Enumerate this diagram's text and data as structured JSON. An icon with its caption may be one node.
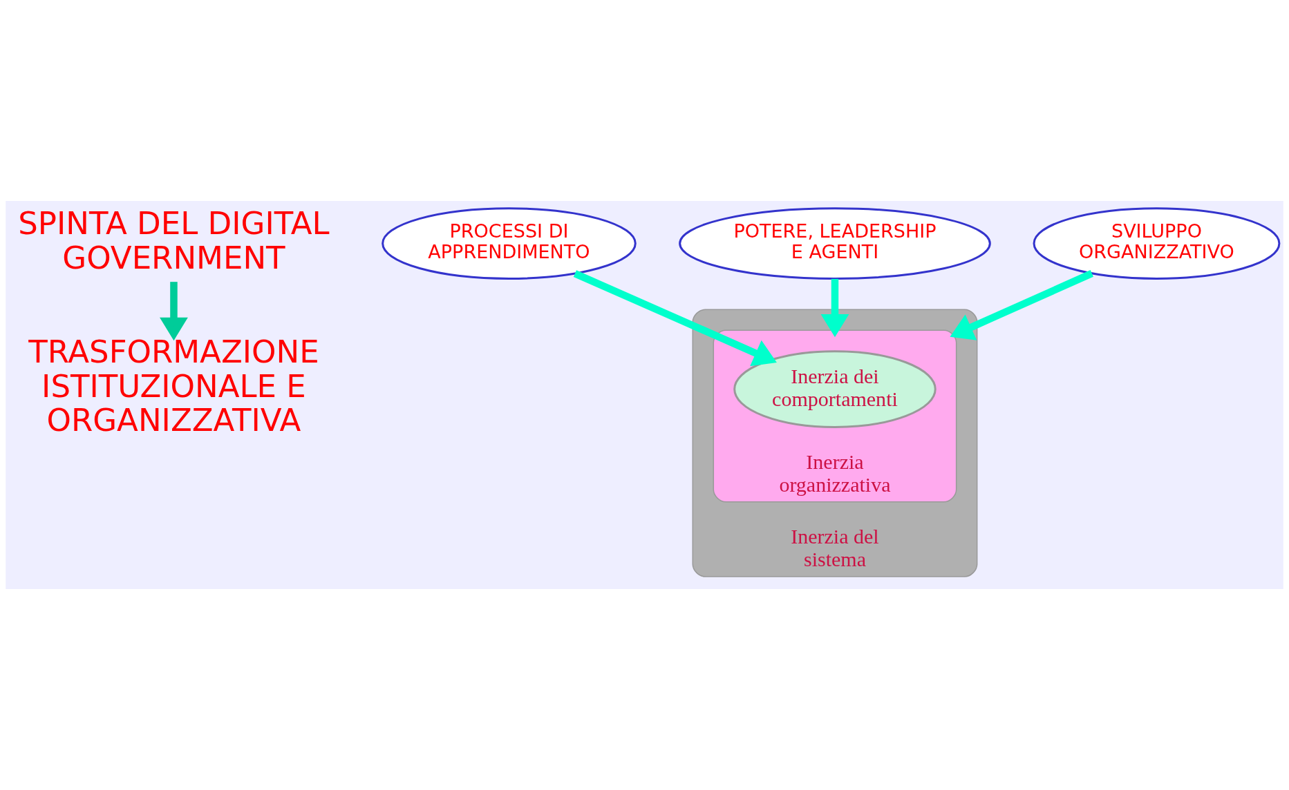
{
  "diagram": {
    "nodes": [
      {
        "text": [
          "SPINTA DEL DIGITAL GOVERNMENT"
        ]
      },
      {
        "text": [
          "Inerzia del sistema"
        ]
      },
      {
        "text": [
          "Inerzia organizzativa"
        ],
        "in": 1
      },
      {
        "text": [
          "Inerzia dei comportamenti"
        ],
        "in": 2
      },
      {
        "text": [
          "TRASFORMAZIONE ISTITUZIONALE E ORGANIZZATIVA"
        ]
      },
      {
        "text": [
          "PROCESSI DI APPRENDIMENTO"
        ]
      },
      {
        "text": [
          "POTERE, LEADERSHIP E AGENTI"
        ]
      },
      {
        "text": [
          "SVILUPPO ORGANIZZATIVO"
        ]
      }
    ],
    "edges": [
      {
        "from": 0,
        "to": 4,
        "arrow": "to",
        "color": "#00cc99"
      },
      {
        "from": 5,
        "to": 3,
        "arrow": "to"
      },
      {
        "from": 6,
        "to": 2,
        "arrow": "to"
      },
      {
        "from": 7,
        "to": 2,
        "arrow": "to"
      }
    ]
  }
}
